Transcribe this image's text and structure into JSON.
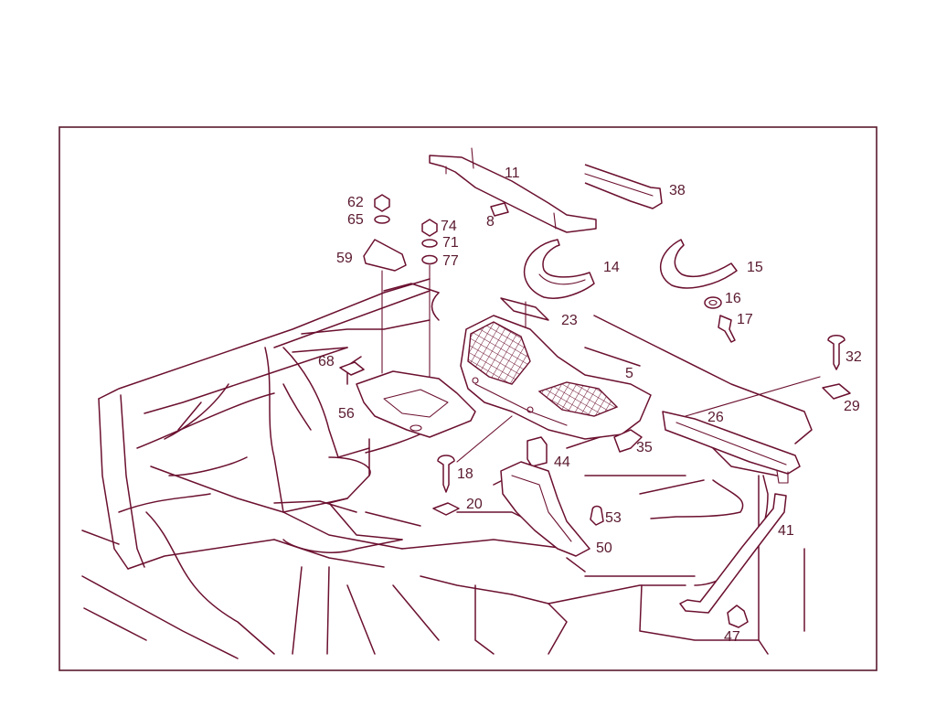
{
  "callouts": [
    "11",
    "38",
    "62",
    "65",
    "74",
    "8",
    "71",
    "77",
    "59",
    "14",
    "15",
    "16",
    "23",
    "17",
    "32",
    "68",
    "5",
    "29",
    "56",
    "26",
    "35",
    "44",
    "18",
    "20",
    "53",
    "41",
    "50",
    "47"
  ],
  "colors": {
    "line": "#6b1030",
    "label": "#5a1a2e",
    "background": "#ffffff"
  }
}
